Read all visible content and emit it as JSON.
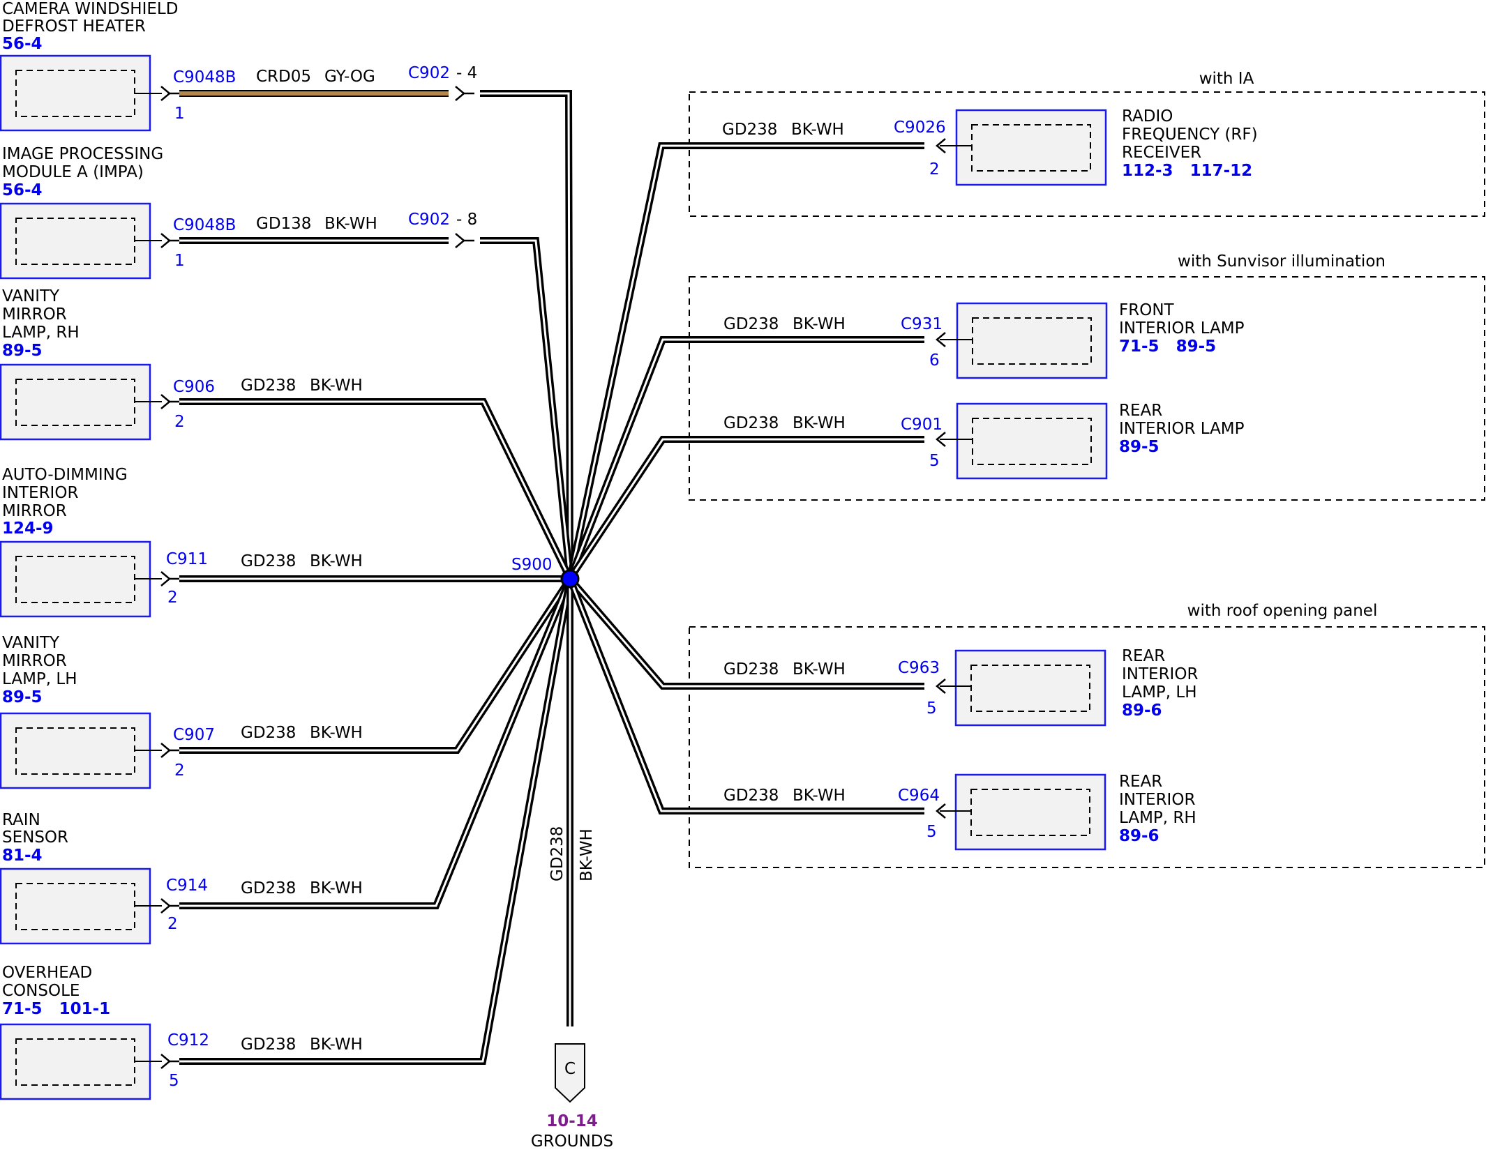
{
  "left_components": [
    {
      "name_lines": [
        "CAMERA WINDSHIELD",
        "DEFROST HEATER"
      ],
      "ref": "56-4",
      "connector": "C9048B",
      "pin": "1",
      "circuit": "CRD05",
      "color": "GY-OG",
      "inline_connector": "C902",
      "inline_pin": "- 4"
    },
    {
      "name_lines": [
        "IMAGE PROCESSING",
        "MODULE A (IMPA)"
      ],
      "ref": "56-4",
      "connector": "C9048B",
      "pin": "1",
      "circuit": "GD138",
      "color": "BK-WH",
      "inline_connector": "C902",
      "inline_pin": "- 8"
    },
    {
      "name_lines": [
        "VANITY",
        "MIRROR",
        "LAMP, RH"
      ],
      "ref": "89-5",
      "connector": "C906",
      "pin": "2",
      "circuit": "GD238",
      "color": "BK-WH"
    },
    {
      "name_lines": [
        "AUTO-DIMMING",
        "INTERIOR",
        "MIRROR"
      ],
      "ref": "124-9",
      "connector": "C911",
      "pin": "2",
      "circuit": "GD238",
      "color": "BK-WH"
    },
    {
      "name_lines": [
        "VANITY",
        "MIRROR",
        "LAMP, LH"
      ],
      "ref": "89-5",
      "connector": "C907",
      "pin": "2",
      "circuit": "GD238",
      "color": "BK-WH"
    },
    {
      "name_lines": [
        "RAIN",
        "SENSOR"
      ],
      "ref": "81-4",
      "connector": "C914",
      "pin": "2",
      "circuit": "GD238",
      "color": "BK-WH"
    },
    {
      "name_lines": [
        "OVERHEAD",
        "CONSOLE"
      ],
      "ref": "71-5   101-1",
      "connector": "C912",
      "pin": "5",
      "circuit": "GD238",
      "color": "BK-WH"
    }
  ],
  "right_groups": [
    {
      "label": "with IA"
    },
    {
      "label": "with Sunvisor illumination"
    },
    {
      "label": "with roof opening panel"
    }
  ],
  "right_components": [
    {
      "name_lines": [
        "RADIO",
        "FREQUENCY (RF)",
        "RECEIVER"
      ],
      "ref": "112-3   117-12",
      "connector": "C9026",
      "pin": "2",
      "circuit": "GD238",
      "color": "BK-WH"
    },
    {
      "name_lines": [
        "FRONT",
        "INTERIOR LAMP"
      ],
      "ref": "71-5   89-5",
      "connector": "C931",
      "pin": "6",
      "circuit": "GD238",
      "color": "BK-WH"
    },
    {
      "name_lines": [
        "REAR",
        "INTERIOR LAMP"
      ],
      "ref": "89-5",
      "connector": "C901",
      "pin": "5",
      "circuit": "GD238",
      "color": "BK-WH"
    },
    {
      "name_lines": [
        "REAR",
        "INTERIOR",
        "LAMP, LH"
      ],
      "ref": "89-6",
      "connector": "C963",
      "pin": "5",
      "circuit": "GD238",
      "color": "BK-WH"
    },
    {
      "name_lines": [
        "REAR",
        "INTERIOR",
        "LAMP, RH"
      ],
      "ref": "89-6",
      "connector": "C964",
      "pin": "5",
      "circuit": "GD238",
      "color": "BK-WH"
    }
  ],
  "splice": {
    "label": "S900"
  },
  "ground": {
    "circuit": "GD238",
    "color": "BK-WH",
    "letter": "C",
    "ref": "10-14",
    "label": "GROUNDS"
  },
  "colors": {
    "connector_text": "#0000ee",
    "box_border": "#1a1aee",
    "splice_dot": "#0000ff",
    "ground_ref": "#7d1e8c",
    "wire_gy_og": "#b5884a"
  },
  "icons": [
    "splice-dot-icon",
    "ground-symbol-icon",
    "connector-arrow-icon"
  ]
}
